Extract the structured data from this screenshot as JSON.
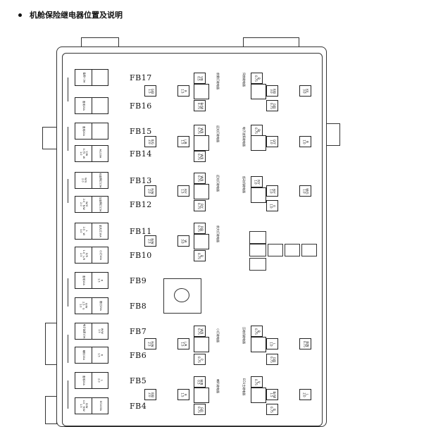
{
  "heading": "机舱保险继电器位置及说明",
  "fuses": [
    {
      "label": "FB17",
      "a": "备用7.5A",
      "b": ""
    },
    {
      "label": "FB16",
      "a": "备用15A",
      "b": ""
    },
    {
      "label": "FB15",
      "a": "备用20A",
      "b": ""
    },
    {
      "label": "FB14",
      "a": "AC/20A",
      "b": "Y/W\n0.75   W\n1.0"
    },
    {
      "label": "FB13",
      "a": "右前照灯15A",
      "b": "W/G\n2.0"
    },
    {
      "label": "FB12",
      "a": "左前照灯15A",
      "b": "W/G\n2.0   R/W\n2.0"
    },
    {
      "label": "FB11",
      "a": "前大灯30A",
      "b": "L\n2.5   W\n3.0"
    },
    {
      "label": "FB10",
      "a": "小灯10A",
      "b": "G/R\n1.0   L/R\n2.5"
    },
    {
      "label": "FB9",
      "a": "备用10A",
      "b": "R\n1.5"
    },
    {
      "label": "FB8",
      "a": "雾灯25A",
      "b": "B/W\n2.5   G\n1.0"
    },
    {
      "label": "FB7",
      "a": "电子油泵15A",
      "b": "W/W\n1.5"
    },
    {
      "label": "FB6",
      "a": "喇叭15A",
      "b": "R\n1.5"
    },
    {
      "label": "FB5",
      "a": "备用20A",
      "b": "L\n2.0"
    },
    {
      "label": "FB4",
      "a": "ECU15A",
      "b": "B/W\n4.0   R/W\n1.5"
    }
  ],
  "relays": [
    {
      "name": "前雾灯继电器",
      "codes": [
        "G/B\n1.5",
        "Y/B\n0.5",
        "R\n1.5",
        "Br/W\n0.75"
      ]
    },
    {
      "name": "远光灯继电器",
      "codes": [
        "R/G\n2.0",
        "W/R\n0.75",
        "L/B\n1.5",
        "W/R\n0.75"
      ]
    },
    {
      "name": "近光灯继电器",
      "codes": [
        "R/W\n2.0",
        "W/R\n0.75",
        "R/Y\n1.5",
        "R/Y\n0.75"
      ]
    },
    {
      "name": "前大灯继电器",
      "codes": [
        "B/W\n2.5",
        "R/B\n0.75",
        "W\n3.0",
        "B\n0.75"
      ]
    },
    {
      "name": "小灯继电器",
      "codes": [
        "R/W\n2.5",
        "W/R\n0.75",
        "L/R\n1.5",
        "P\n0.75"
      ]
    },
    {
      "name": "喇叭继电器",
      "codes": [
        "R/B\n2.0",
        "W/B\n0.5",
        "R\n1.5",
        "G/R\n0.75"
      ]
    },
    {
      "name": "风扇继电器",
      "codes": [
        "B\n0.75",
        "R/B\n3.0",
        "K/L\n3.0",
        "G/B\n0.75"
      ]
    },
    {
      "name": "电子油泵继电器",
      "codes": [
        "Br\n0.75",
        "G/Y\n1.0",
        "B\n1.0"
      ]
    },
    {
      "name": "起动机继电器",
      "codes": [
        "R/Y\n1.0",
        "B/Y\n1.0",
        "W/G\n1.0",
        "G\n1.0"
      ]
    },
    {
      "name": "压缩机继电器",
      "codes": [
        "B\n0.75",
        "L\n1.0",
        "G/B\n0.75",
        "B/W\n0.75"
      ]
    },
    {
      "name": "ECU主继电器",
      "codes": [
        "V\n0.75",
        "B\n0.75",
        "Br/W\n1.5",
        "L\n2.0"
      ]
    }
  ]
}
